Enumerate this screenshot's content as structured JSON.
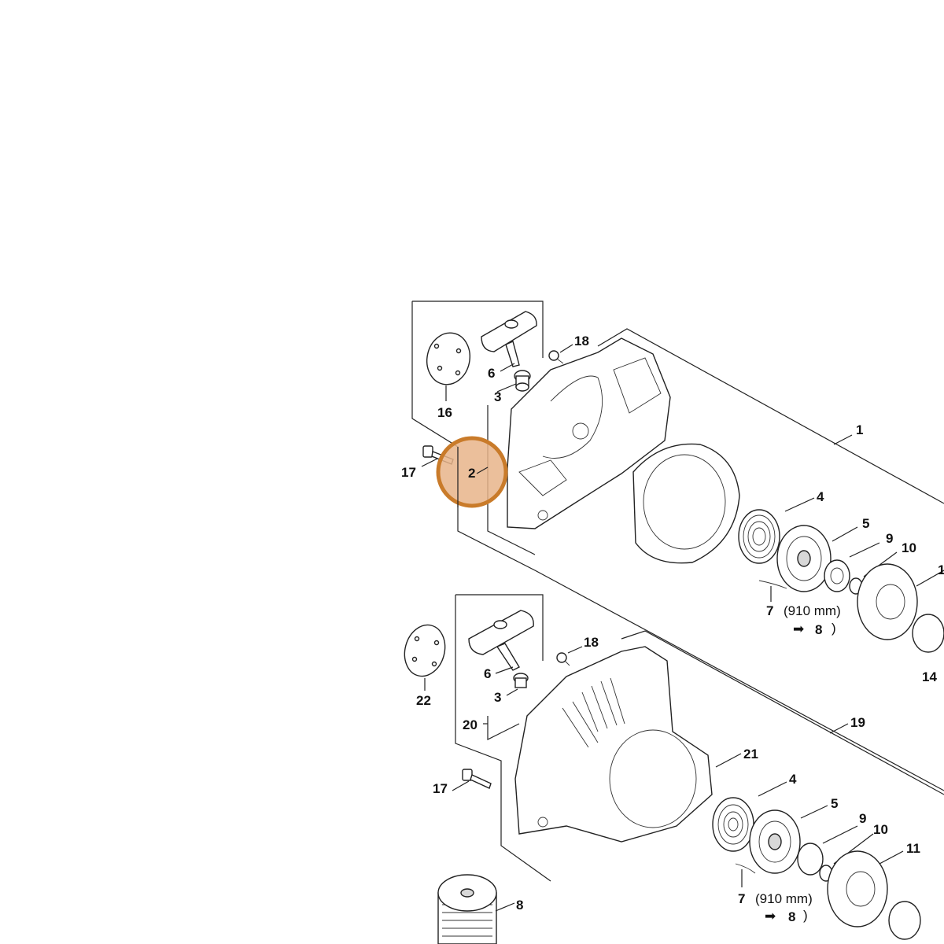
{
  "diagram": {
    "upper_group": {
      "labels": {
        "p1": "1",
        "p2": "2",
        "p3": "3",
        "p4": "4",
        "p5": "5",
        "p6": "6",
        "p7": "7",
        "p7_spec": "(910 mm)",
        "p8_ref": "8",
        "p9": "9",
        "p10": "10",
        "p11": "1",
        "p14": "14",
        "p16": "16",
        "p17": "17",
        "p18": "18"
      }
    },
    "lower_group": {
      "labels": {
        "p3": "3",
        "p4": "4",
        "p5": "5",
        "p6": "6",
        "p7": "7",
        "p7_spec": "(910 mm)",
        "p8_ref": "8",
        "p8": "8",
        "p9": "9",
        "p10": "10",
        "p11": "11",
        "p17": "17",
        "p18": "18",
        "p19": "19",
        "p20": "20",
        "p21": "21",
        "p22": "22"
      }
    },
    "highlight": {
      "label": "2",
      "color": "#c97b2a",
      "fill": "#e8b48a"
    },
    "arrow_glyph": "➡"
  }
}
